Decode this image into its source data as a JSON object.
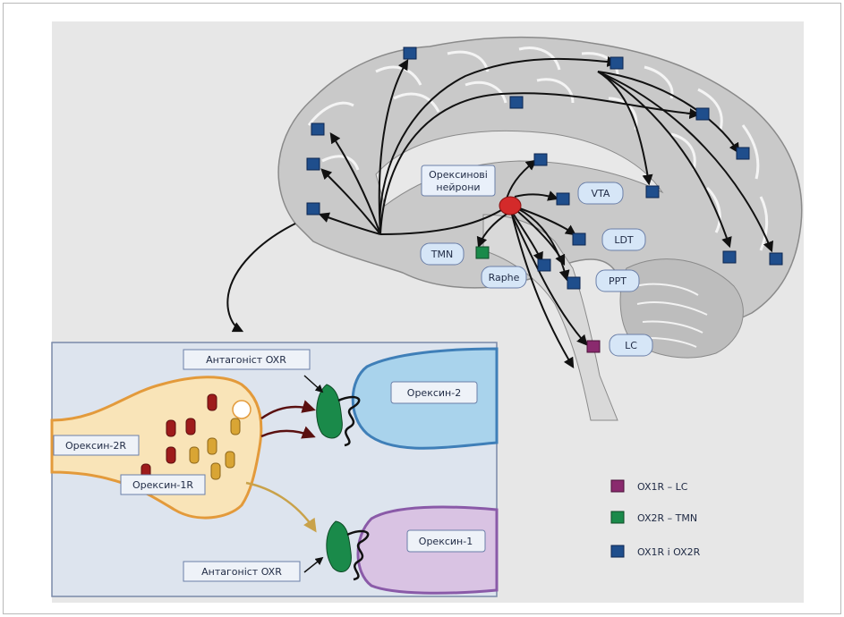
{
  "labels": {
    "orexin_neurons_1": "Орексинові",
    "orexin_neurons_2": "нейрони",
    "vta": "VTA",
    "ldt": "LDT",
    "ppt": "PPT",
    "lc": "LC",
    "tmn": "TMN",
    "raphe": "Raphe"
  },
  "inset": {
    "antagonist_top": "Антагоніст OXR",
    "antagonist_bottom": "Антагоніст OXR",
    "orexin2": "Орексин-2",
    "orexin1": "Орексин-1",
    "orexin2r": "Орексин-2R",
    "orexin1r": "Орексин-1R"
  },
  "legend": [
    {
      "label": "OX1R – LC",
      "color": "#8a2a6e"
    },
    {
      "label": "OX2R – TMN",
      "color": "#1a8a4a"
    },
    {
      "label": "OX1R і OX2R",
      "color": "#1f4e8c"
    }
  ],
  "colors": {
    "receptor_blue": "#1f4e8c",
    "receptor_green": "#1a8a4a",
    "receptor_purple": "#8a2a6e",
    "orexin_neuron_red": "#d42a2a"
  }
}
